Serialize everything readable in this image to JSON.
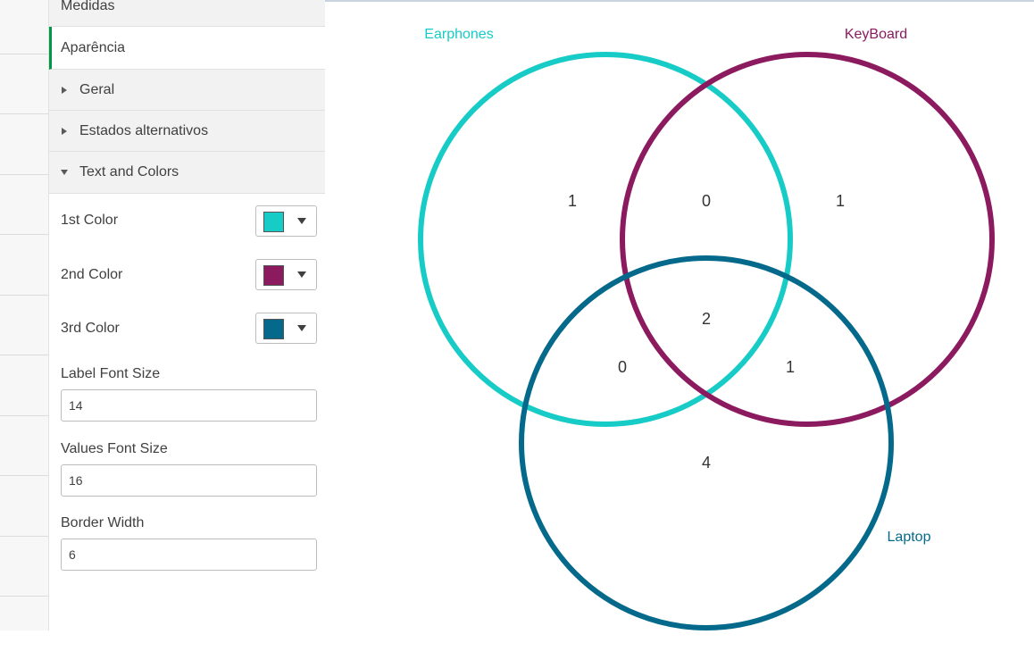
{
  "panel": {
    "measures_label": "Medidas",
    "appearance_label": "Aparência",
    "sections": {
      "general": "Geral",
      "alternate_states": "Estados alternativos",
      "text_and_colors": "Text and Colors"
    },
    "properties": {
      "first_color_label": "1st Color",
      "first_color": "#17cbc7",
      "second_color_label": "2nd Color",
      "second_color": "#8b1a5e",
      "third_color_label": "3rd Color",
      "third_color": "#04698a",
      "label_font_size_label": "Label Font Size",
      "label_font_size": "14",
      "values_font_size_label": "Values Font Size",
      "values_font_size": "16",
      "border_width_label": "Border Width",
      "border_width": "6"
    }
  },
  "venn": {
    "sets": [
      {
        "name": "Earphones",
        "color": "#17cbc7"
      },
      {
        "name": "KeyBoard",
        "color": "#8b1a5e"
      },
      {
        "name": "Laptop",
        "color": "#04698a"
      }
    ],
    "regions": {
      "earphones_only": "1",
      "earphones_keyboard": "0",
      "keyboard_only": "1",
      "all_three": "2",
      "earphones_laptop": "0",
      "keyboard_laptop": "1",
      "laptop_only": "4"
    }
  }
}
